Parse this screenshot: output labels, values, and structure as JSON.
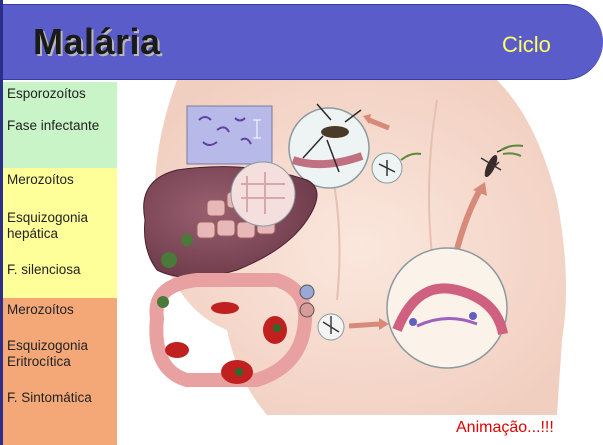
{
  "header": {
    "title": "Malária",
    "subtitle": "Ciclo"
  },
  "stages": {
    "esporozoitos": "Esporozoítos",
    "fase_infectante": "Fase infectante",
    "merozoitos_1": "Merozoítos",
    "esquizogonia_hepatica": "Esquizogonia hepática",
    "f_silenciosa": "F. silenciosa",
    "merozoitos_2": "Merozoítos",
    "esquizogonia_eritrocitica": "Esquizogonia Eritrocítica",
    "f_sintomatica": "F. Sintomática"
  },
  "footer": {
    "animation_link": "Animação...!!!"
  },
  "colors": {
    "header": "#5a5dc9",
    "subtitle": "#ffff66",
    "green_band": "#c8f4c8",
    "yellow_band": "#ffff99",
    "orange_band": "#f4a878",
    "link": "#e00000"
  }
}
